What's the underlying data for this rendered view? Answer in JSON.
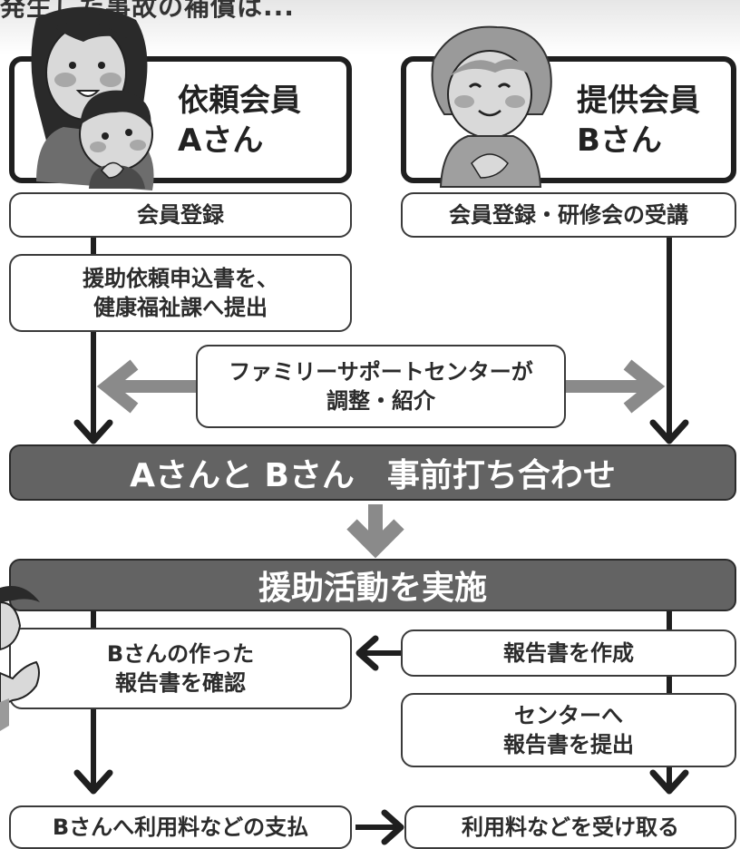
{
  "header": {
    "fragment": "発生した事故の補償は..."
  },
  "requester": {
    "role": "依頼会員",
    "name": "Aさん"
  },
  "provider": {
    "role": "提供会員",
    "name": "Bさん"
  },
  "steps": {
    "requester_register": "会員登録",
    "requester_apply": "援助依頼申込書を、\n健康福祉課へ提出",
    "provider_register": "会員登録・研修会の受講",
    "center_coordinate": "ファミリーサポートセンターが\n調整・紹介",
    "meeting": "Aさんと Bさん　事前打ち合わせ",
    "activity": "援助活動を実施",
    "confirm_report": "Bさんの作った\n報告書を確認",
    "create_report": "報告書を作成",
    "submit_report": "センターへ\n報告書を提出",
    "pay_fee": "Bさんへ利用料などの支払",
    "receive_fee": "利用料などを受け取る"
  },
  "colors": {
    "bar_fill": "#636363",
    "bar_text": "#ffffff",
    "arrow_dark": "#1f1f1f",
    "arrow_gray": "#8a8a8a",
    "box_border": "#3a3a3a"
  },
  "icons": {
    "requester_figure": "mother-and-child-illustration",
    "provider_figure": "elderly-woman-illustration",
    "waving_figure": "waving-person-illustration"
  }
}
